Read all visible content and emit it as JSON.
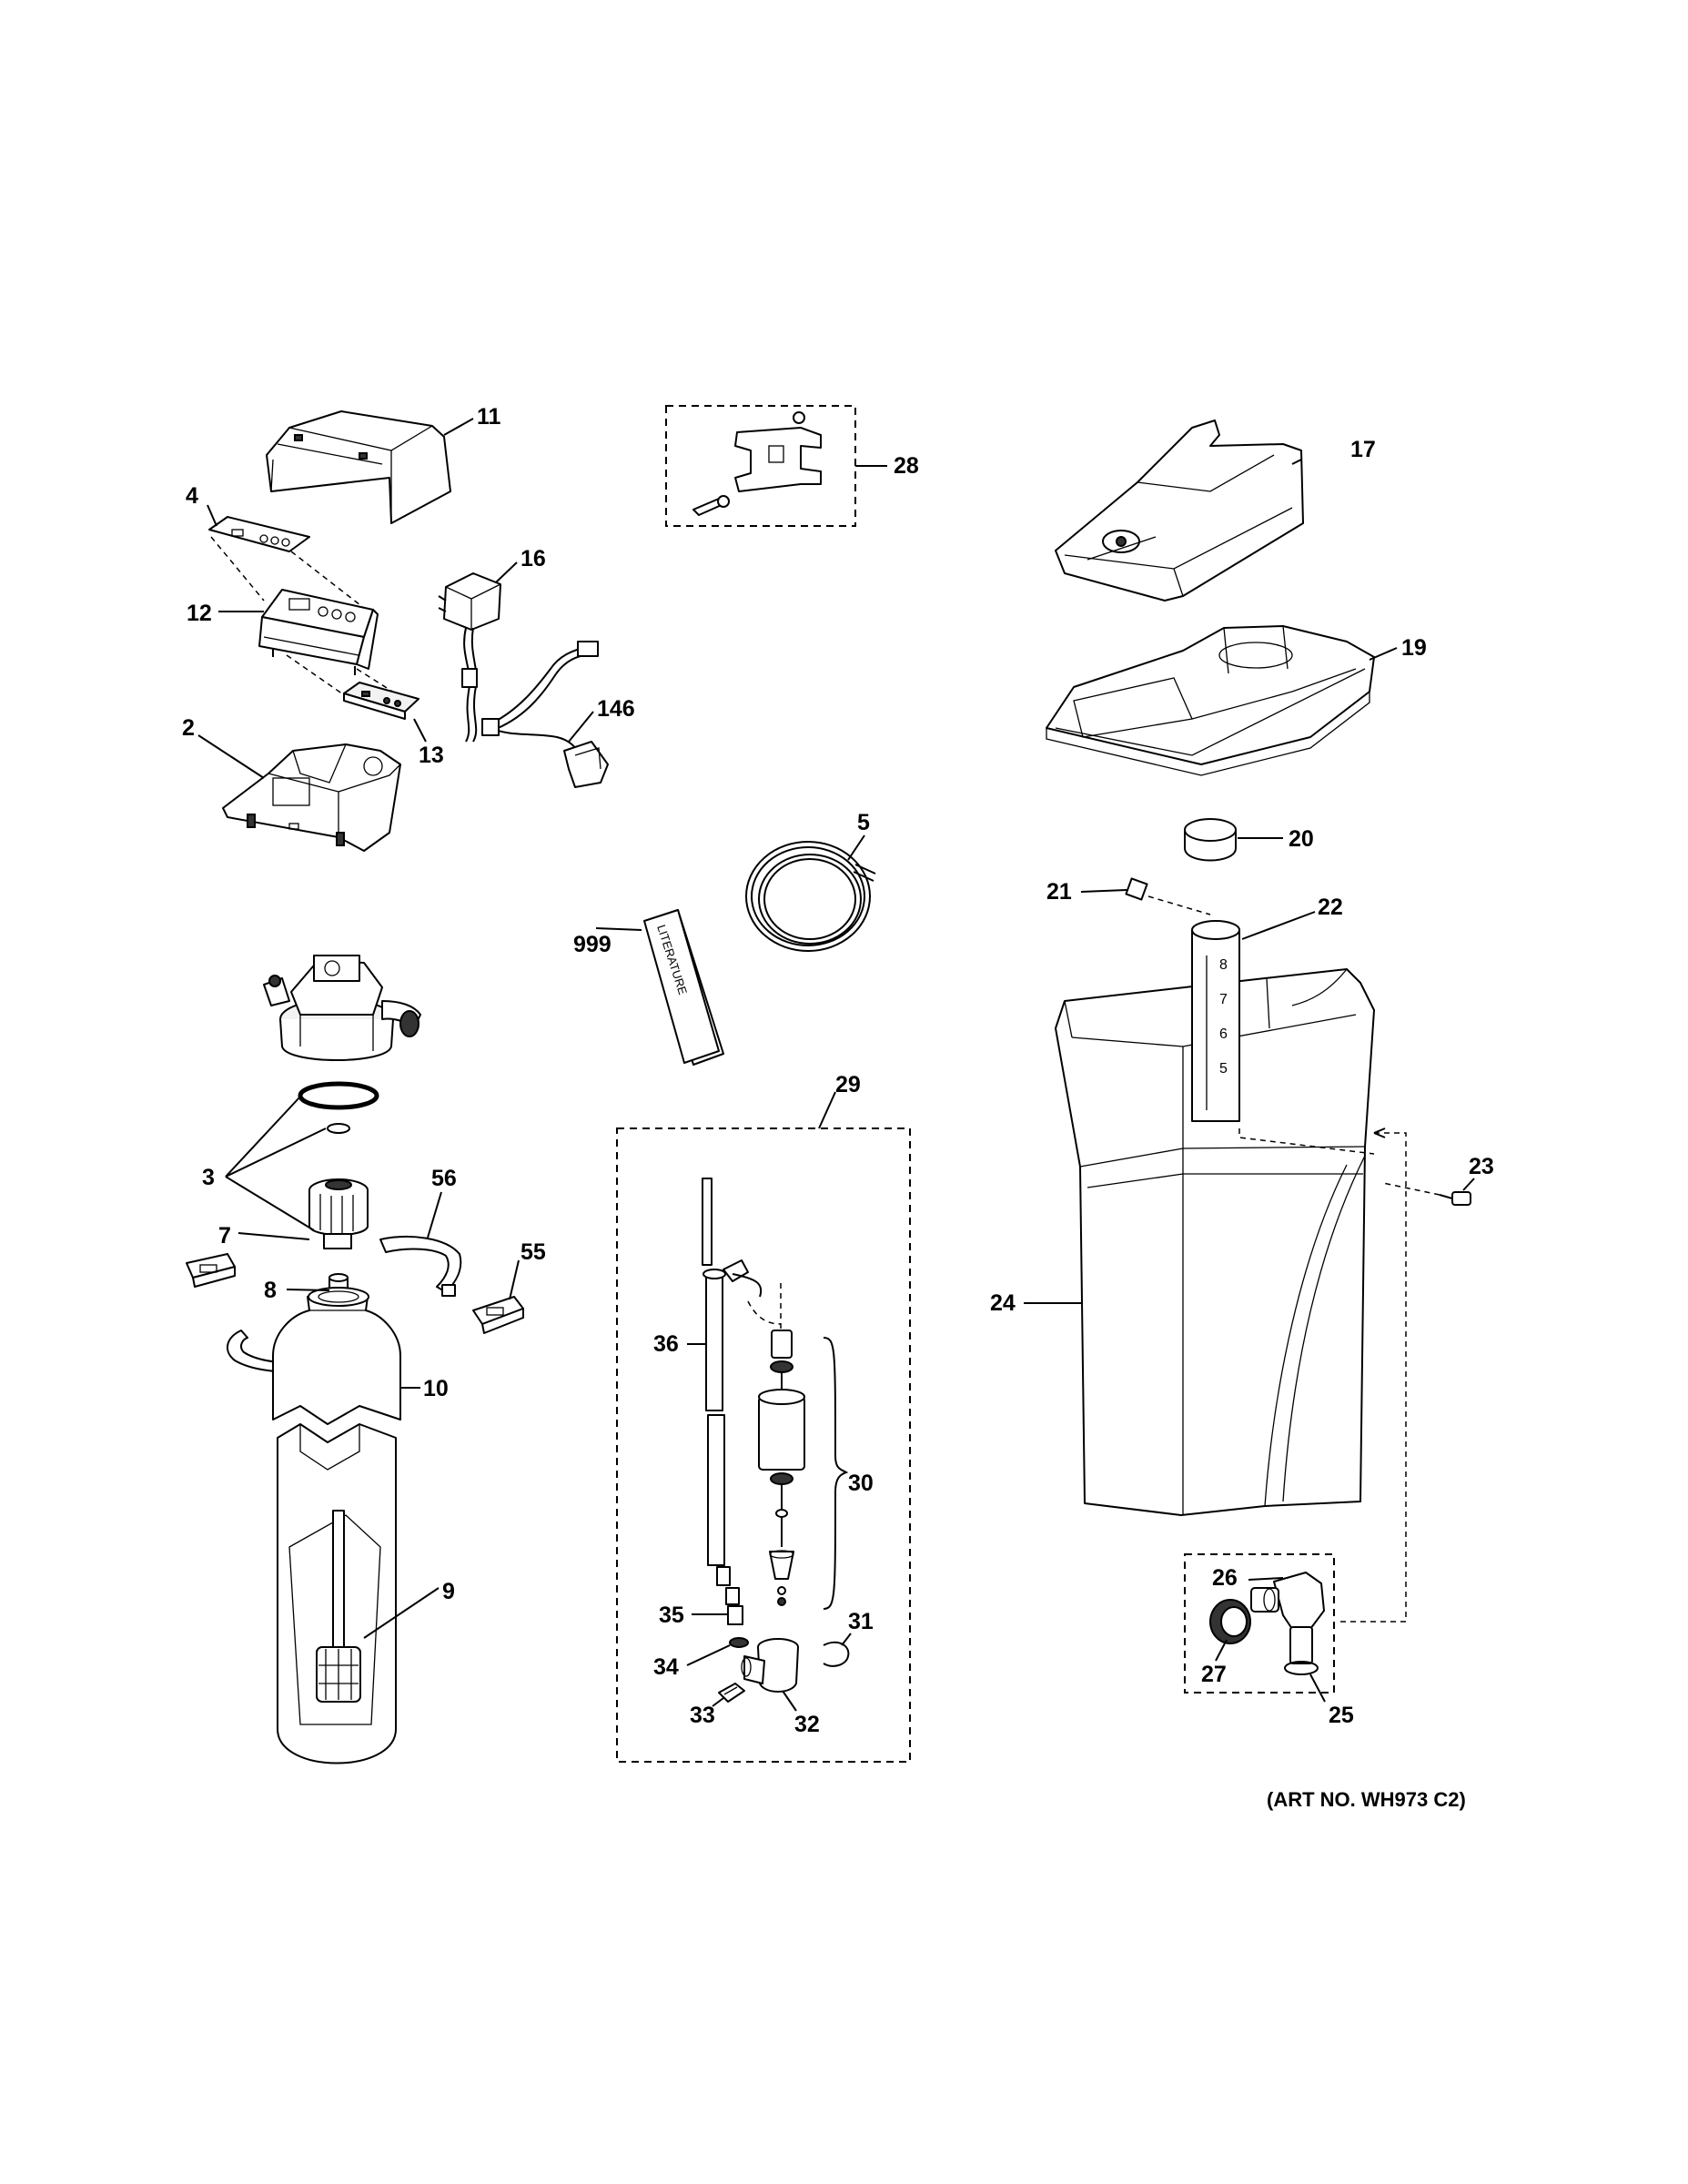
{
  "labels": {
    "l11": "11",
    "l4": "4",
    "l12": "12",
    "l16": "16",
    "l146": "146",
    "l13": "13",
    "l2": "2",
    "l28": "28",
    "l17": "17",
    "l19": "19",
    "l5": "5",
    "l20": "20",
    "l21": "21",
    "l22": "22",
    "l999": "999",
    "l29": "29",
    "l3": "3",
    "l56": "56",
    "l7": "7",
    "l55": "55",
    "l8": "8",
    "l10": "10",
    "l36": "36",
    "l30": "30",
    "l23": "23",
    "l24": "24",
    "l9": "9",
    "l26": "26",
    "l35": "35",
    "l31": "31",
    "l34": "34",
    "l27": "27",
    "l33": "33",
    "l32": "32",
    "l25": "25"
  },
  "literature_text": "LITERATURE",
  "gauge_marks": [
    "8",
    "7",
    "6",
    "5"
  ],
  "art_number": "(ART NO. WH973 C2)"
}
